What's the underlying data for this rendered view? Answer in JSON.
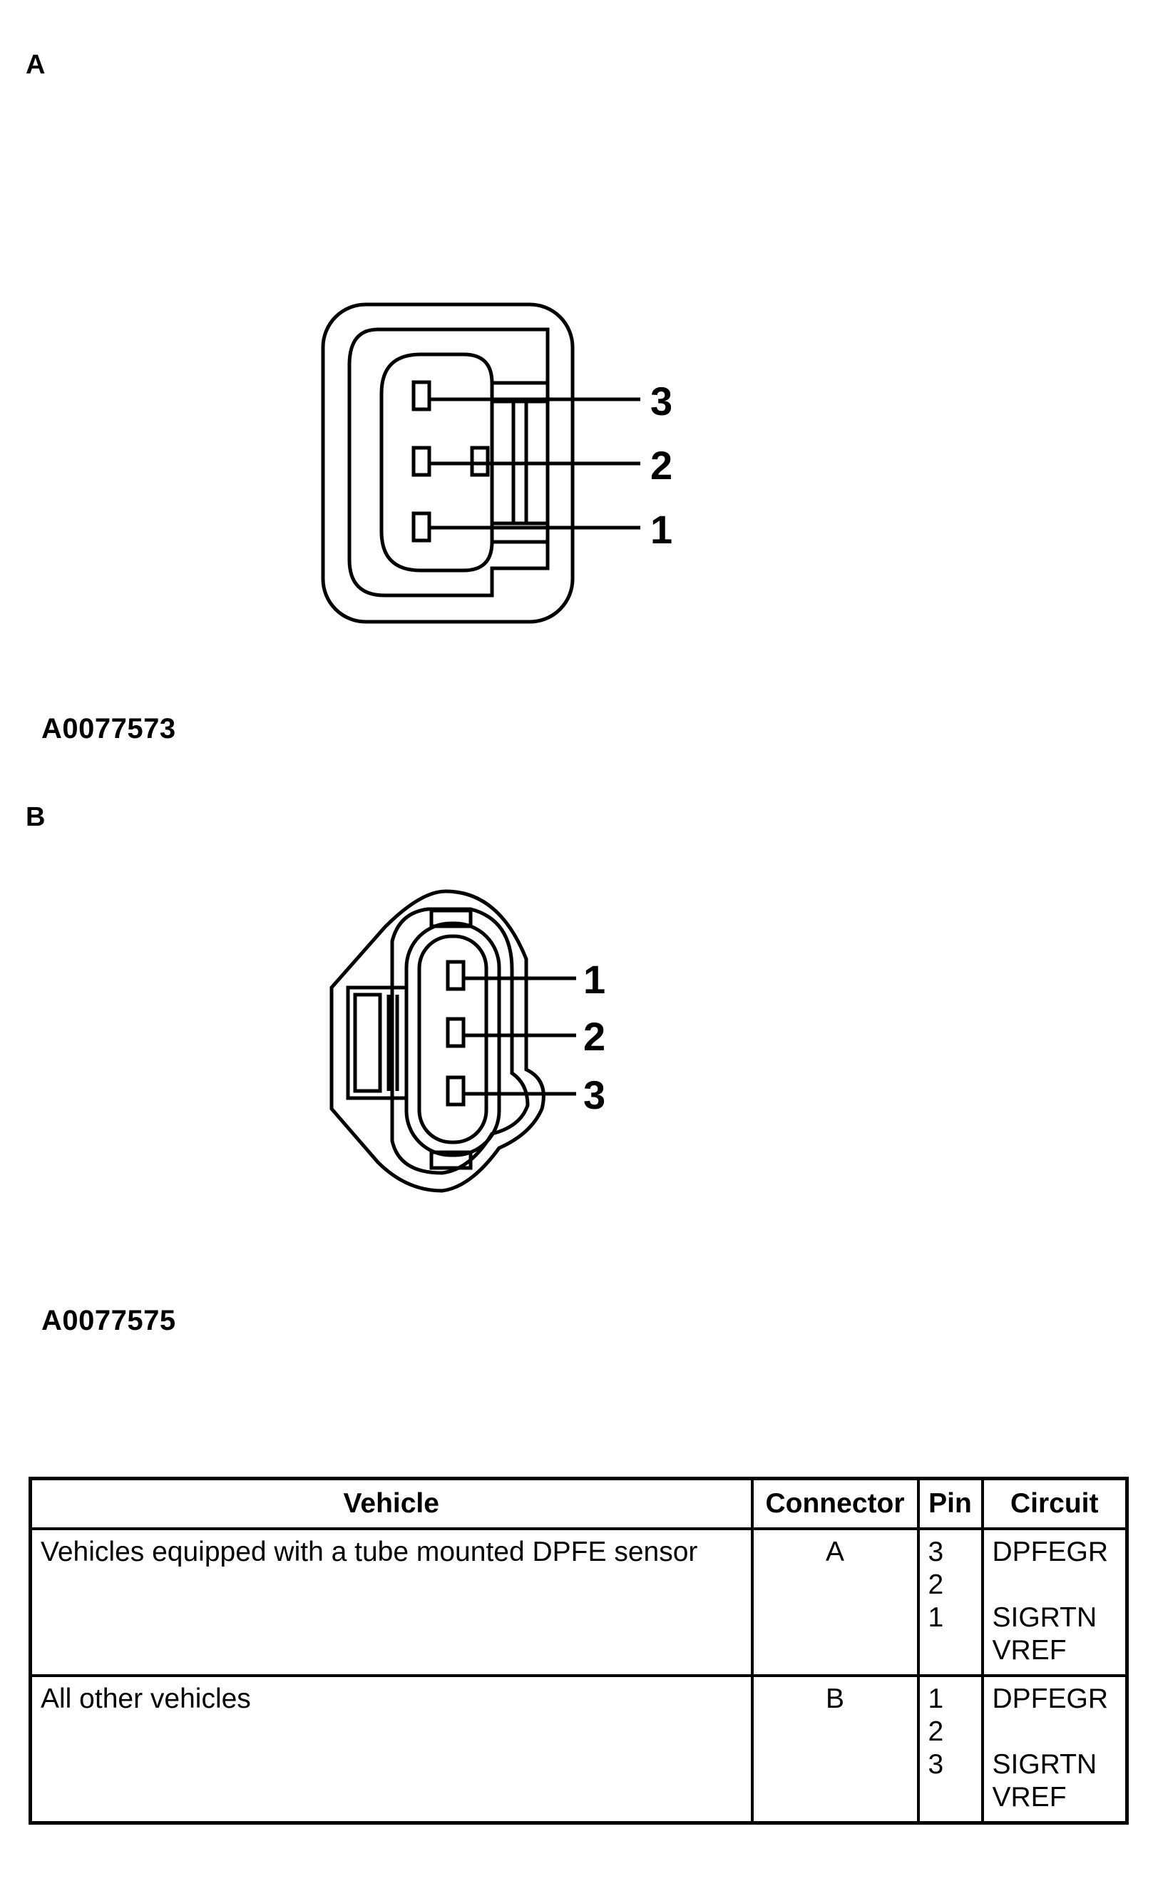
{
  "figures": [
    {
      "label": "A",
      "figure_id": "A0077573",
      "pin_labels": [
        "3",
        "2",
        "1"
      ]
    },
    {
      "label": "B",
      "figure_id": "A0077575",
      "pin_labels": [
        "1",
        "2",
        "3"
      ]
    }
  ],
  "table": {
    "headers": [
      "Vehicle",
      "Connector",
      "Pin",
      "Circuit"
    ],
    "rows": [
      {
        "vehicle": "Vehicles equipped with a tube mounted DPFE sensor",
        "connector": "A",
        "pins": [
          "3",
          "2",
          "1",
          ""
        ],
        "circuits": [
          "DPFEGR",
          "",
          "SIGRTN",
          "VREF"
        ]
      },
      {
        "vehicle": "All other vehicles",
        "connector": "B",
        "pins": [
          "1",
          "2",
          "3",
          ""
        ],
        "circuits": [
          "DPFEGR",
          "",
          "SIGRTN",
          "VREF"
        ]
      }
    ]
  }
}
